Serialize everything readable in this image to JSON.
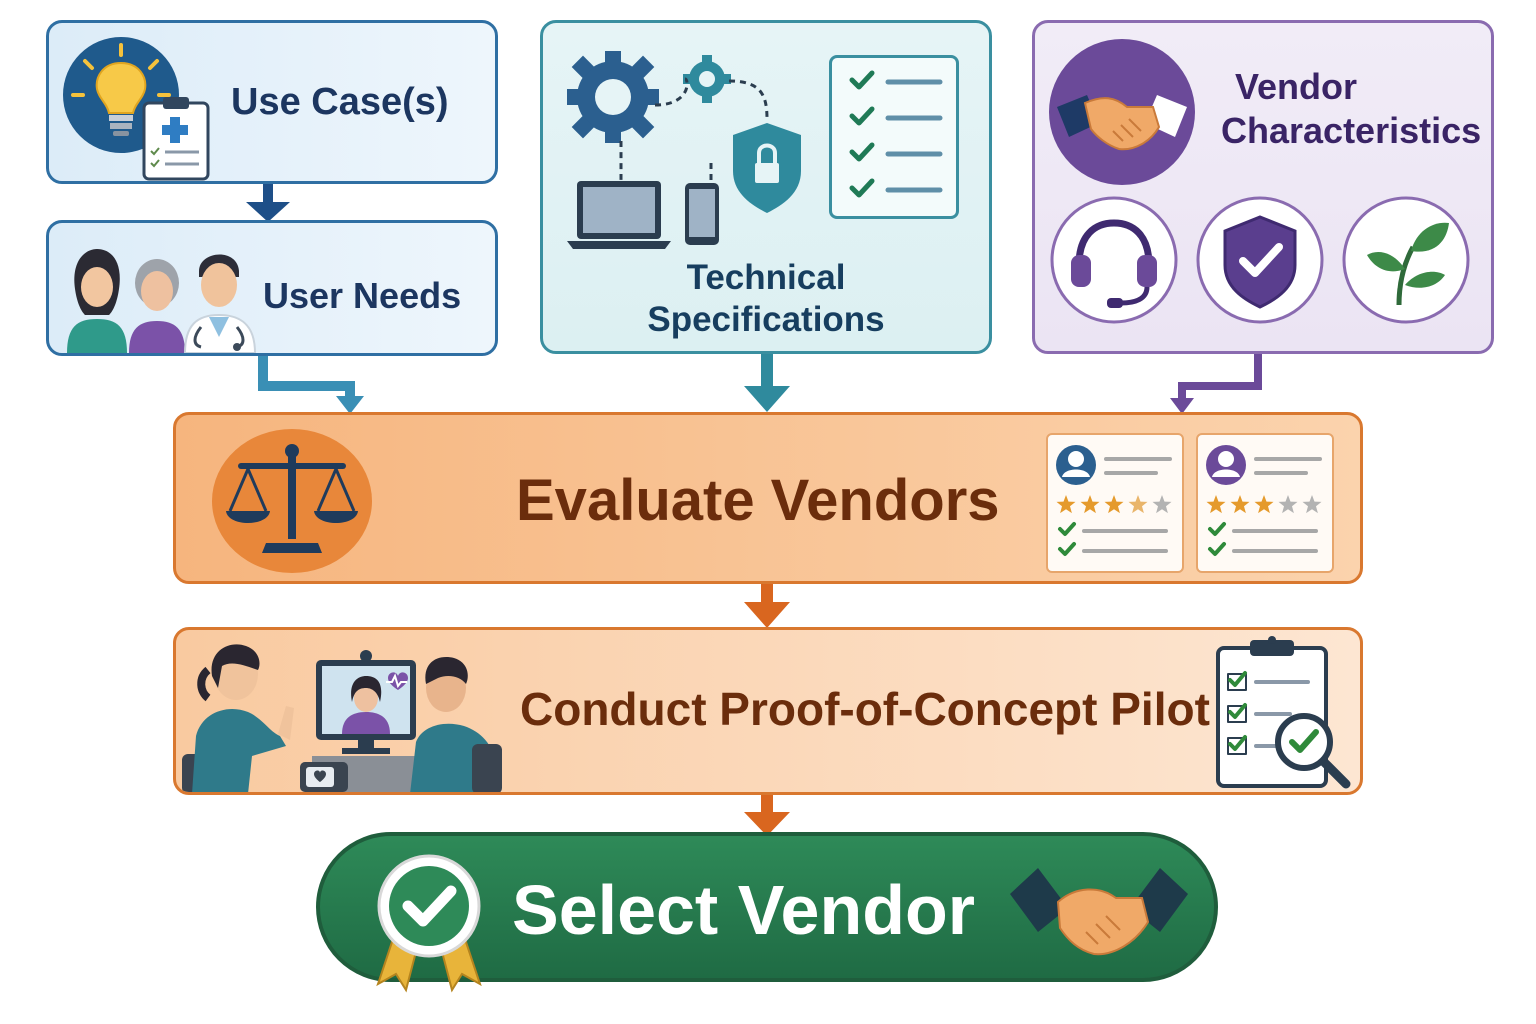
{
  "boxes": {
    "use_case": {
      "label": "Use Case(s)"
    },
    "user_needs": {
      "label": "User Needs"
    },
    "technical": {
      "label_line1": "Technical",
      "label_line2": "Specifications"
    },
    "vendor": {
      "label_line1": "Vendor",
      "label_line2": "Characteristics"
    },
    "evaluate": {
      "label": "Evaluate Vendors"
    },
    "poc": {
      "label": "Conduct Proof-of-Concept Pilot"
    },
    "select": {
      "label": "Select Vendor"
    }
  },
  "icons": {
    "use_case": [
      "lightbulb-icon",
      "medical-clipboard-icon"
    ],
    "user_needs": [
      "woman-avatar-icon",
      "elder-avatar-icon",
      "doctor-avatar-icon"
    ],
    "technical": [
      "gear-icon",
      "small-gear-icon",
      "shield-lock-icon",
      "laptop-icon",
      "phone-icon",
      "checklist-icon"
    ],
    "vendor": [
      "handshake-icon",
      "headset-icon",
      "shield-check-icon",
      "leaf-icon"
    ],
    "evaluate": [
      "scales-icon",
      "review-card-icon"
    ],
    "poc": [
      "telehealth-scene-icon",
      "clipboard-magnifier-icon"
    ],
    "select": [
      "award-check-icon",
      "handshake-icon"
    ]
  },
  "ratings": [
    {
      "stars": 3.5,
      "max": 5
    },
    {
      "stars": 3,
      "max": 5
    }
  ],
  "colors": {
    "blue": "#2f6fa3",
    "teal": "#3a8fa0",
    "purple": "#6b4a99",
    "orange": "#d9782f",
    "green": "#1f6b44",
    "navy_text": "#1c3660",
    "brown_text": "#6b2d0c",
    "star": "#e59a2c"
  }
}
